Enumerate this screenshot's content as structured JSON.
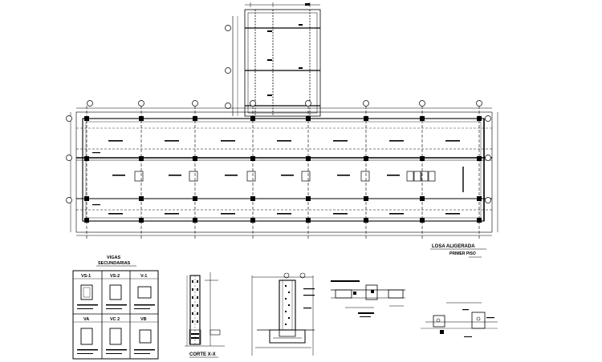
{
  "drawing": {
    "plan_title_line1": "LOSA ALIGERADA",
    "plan_title_line2": "PRIMER PISO",
    "beams_title_line1": "VIGAS",
    "beams_title_line2": "SECUNDARIAS",
    "section_label": "CORTE X-X",
    "beam_table_labels": [
      "VS-1",
      "VS-2",
      "V-1",
      "VA",
      "VC 2",
      "VB"
    ]
  }
}
